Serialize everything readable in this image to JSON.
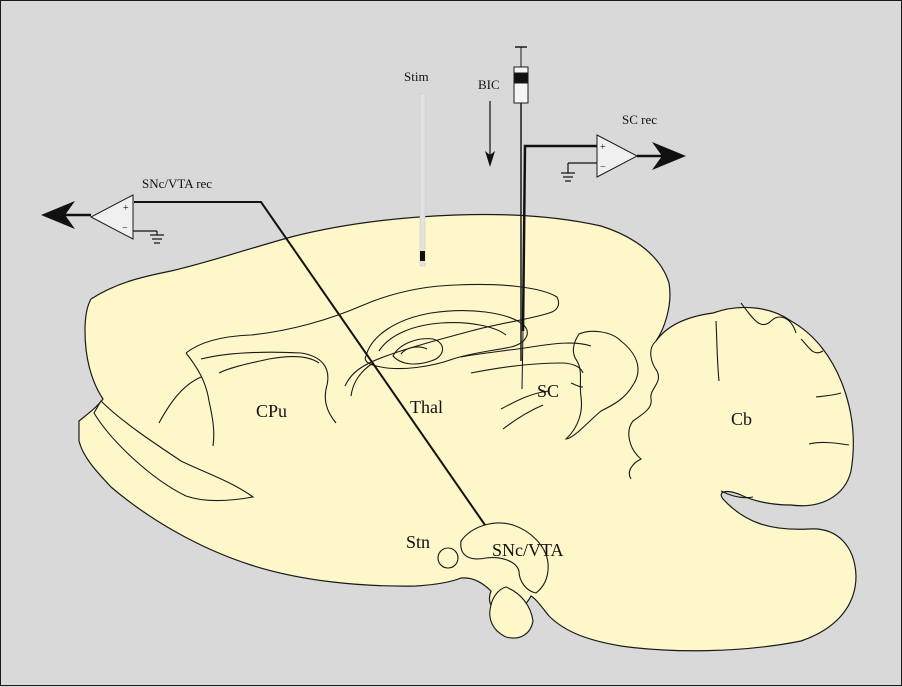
{
  "labels": {
    "stim": "Stim",
    "bic": "BIC",
    "sc_rec": "SC rec",
    "snc_vta_rec": "SNc/VTA rec",
    "cpu": "CPu",
    "thal": "Thal",
    "sc": "SC",
    "cb": "Cb",
    "stn": "Stn",
    "snc_vta": "SNc/VTA"
  },
  "amplifier": {
    "plus": "+",
    "minus": "−"
  },
  "colors": {
    "background": "#d9d9d9",
    "brain_fill": "#fdf7c9",
    "outline": "#1a1a1a",
    "stim_electrode": "#e2e2e2"
  }
}
